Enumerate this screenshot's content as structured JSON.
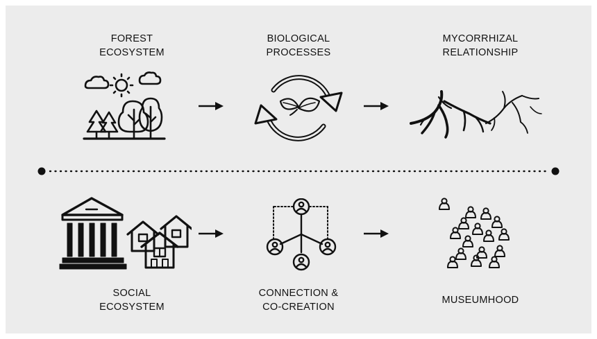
{
  "top_row": {
    "steps": [
      {
        "line1": "FOREST",
        "line2": "ECOSYSTEM",
        "icon": "forest-icon"
      },
      {
        "line1": "BIOLOGICAL",
        "line2": "PROCESSES",
        "icon": "cycle-leaf-icon"
      },
      {
        "line1": "MYCORRHIZAL",
        "line2": "RELATIONSHIP",
        "icon": "roots-icon"
      }
    ]
  },
  "bottom_row": {
    "steps": [
      {
        "line1": "SOCIAL",
        "line2": "ECOSYSTEM",
        "icon": "museum-houses-icon"
      },
      {
        "line1": "CONNECTION &",
        "line2": "CO-CREATION",
        "icon": "network-people-icon"
      },
      {
        "line1": "MUSEUMHOOD",
        "line2": "",
        "icon": "crowd-icon"
      }
    ]
  },
  "colors": {
    "background": "#ececec",
    "ink": "#111111"
  }
}
